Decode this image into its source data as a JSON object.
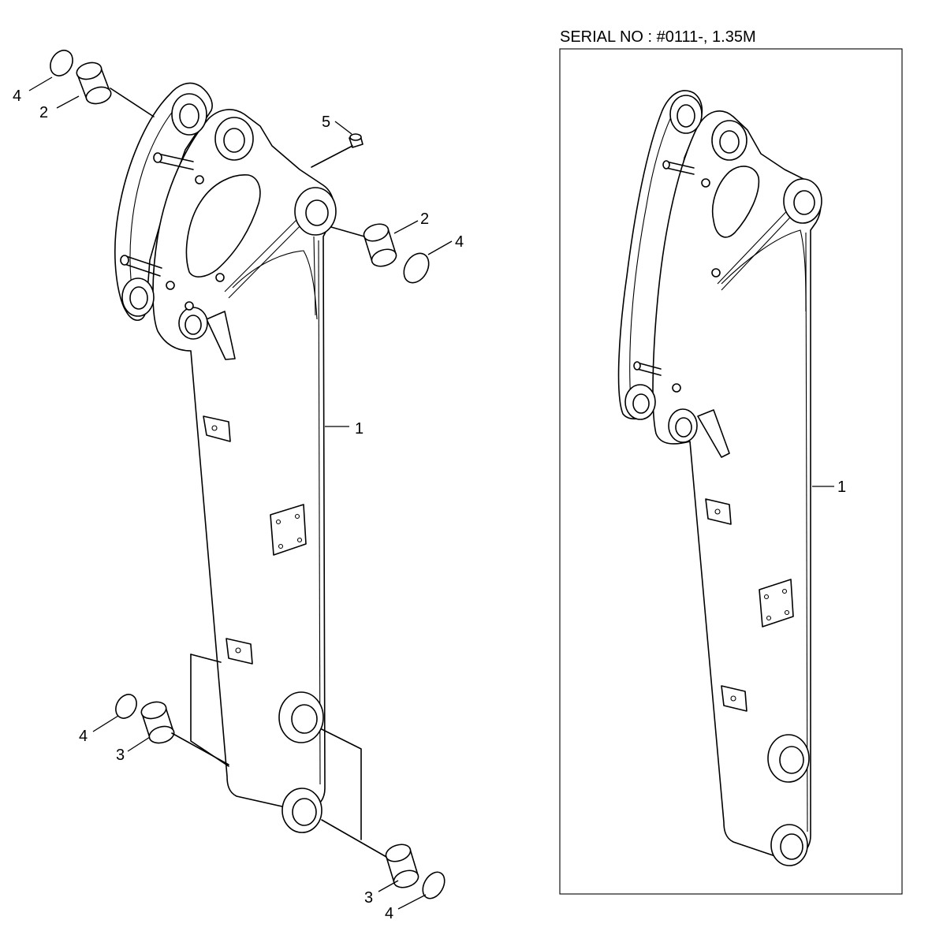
{
  "serial_caption": "SERIAL NO : #0111-, 1.35M",
  "callouts": {
    "c1_main": "1",
    "c2_top_left": "2",
    "c2_top_right": "2",
    "c3_bottom_left": "3",
    "c3_bottom_right": "3",
    "c4_top_left": "4",
    "c4_top_right": "4",
    "c4_bottom_left": "4",
    "c4_bottom_right": "4",
    "c5_grease_nipple": "5",
    "c1_inset": "1"
  }
}
